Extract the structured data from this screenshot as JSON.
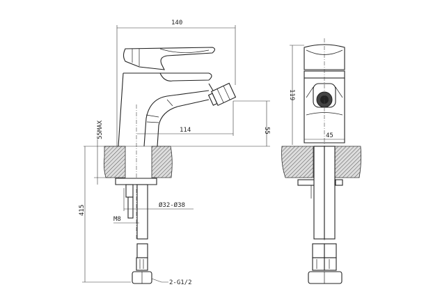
{
  "drawing": {
    "colors": {
      "line": "#222222",
      "background": "#ffffff"
    },
    "front_view": {
      "width_label": "140",
      "spout_reach_label": "114",
      "spout_height_label": "55",
      "deck_thickness_label": "55MAX",
      "total_height_label": "415",
      "hole_diameter_label": "Ø32-Ø38",
      "stud_label": "M8",
      "connection_label": "2-G1/2"
    },
    "side_view": {
      "height_label": "119",
      "width_label": "45"
    }
  }
}
